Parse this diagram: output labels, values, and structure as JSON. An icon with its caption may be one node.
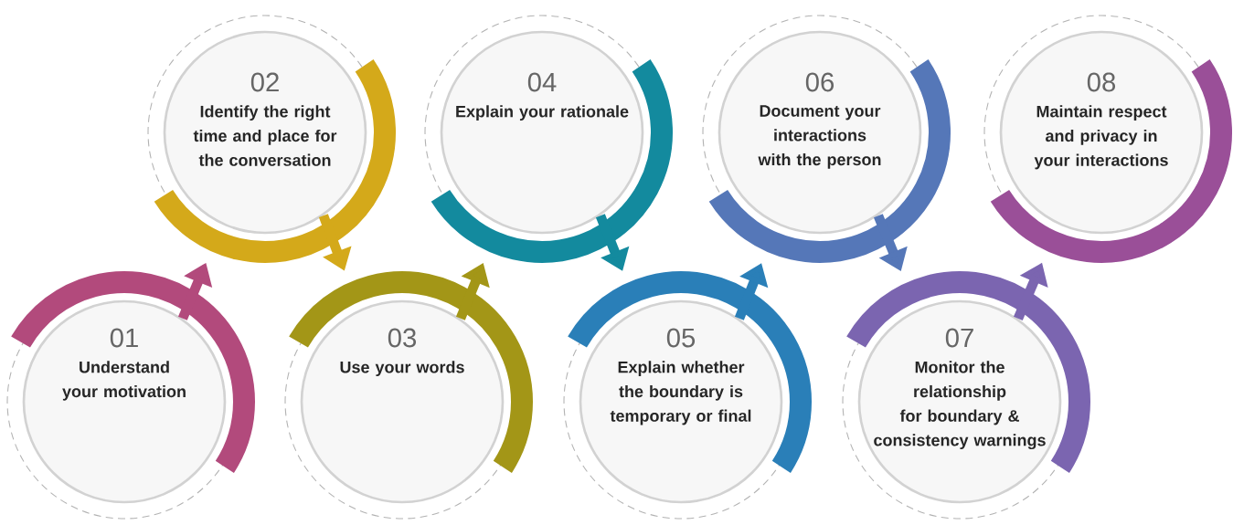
{
  "diagram": {
    "nodes": [
      {
        "text": [
          "01",
          "Understand your motivation"
        ]
      },
      {
        "text": [
          "02",
          "Identify the right time and place for the conversation"
        ]
      },
      {
        "text": [
          "03",
          "Use your words"
        ]
      },
      {
        "text": [
          "04",
          "Explain your rationale"
        ]
      },
      {
        "text": [
          "05",
          "Explain whether the boundary is temporary or final"
        ]
      },
      {
        "text": [
          "06",
          "Document your interactions with the person"
        ]
      },
      {
        "text": [
          "07",
          "Monitor the relationship for boundary & consistency warnings"
        ]
      },
      {
        "text": [
          "08",
          "Maintain respect and privacy in your interactions"
        ]
      }
    ],
    "edges": [
      {
        "from": 0,
        "to": 1,
        "arrow": "to",
        "color": "#b24a7c"
      },
      {
        "from": 1,
        "to": 2,
        "arrow": "to",
        "color": "#d4a91a"
      },
      {
        "from": 2,
        "to": 3,
        "arrow": "to",
        "color": "#a39617"
      },
      {
        "from": 3,
        "to": 4,
        "arrow": "to",
        "color": "#138a9e"
      },
      {
        "from": 4,
        "to": 5,
        "arrow": "to",
        "color": "#2a7fb8"
      },
      {
        "from": 5,
        "to": 6,
        "arrow": "to",
        "color": "#5577b8"
      },
      {
        "from": 6,
        "to": 7,
        "arrow": "to",
        "color": "#7b65b0"
      }
    ]
  }
}
